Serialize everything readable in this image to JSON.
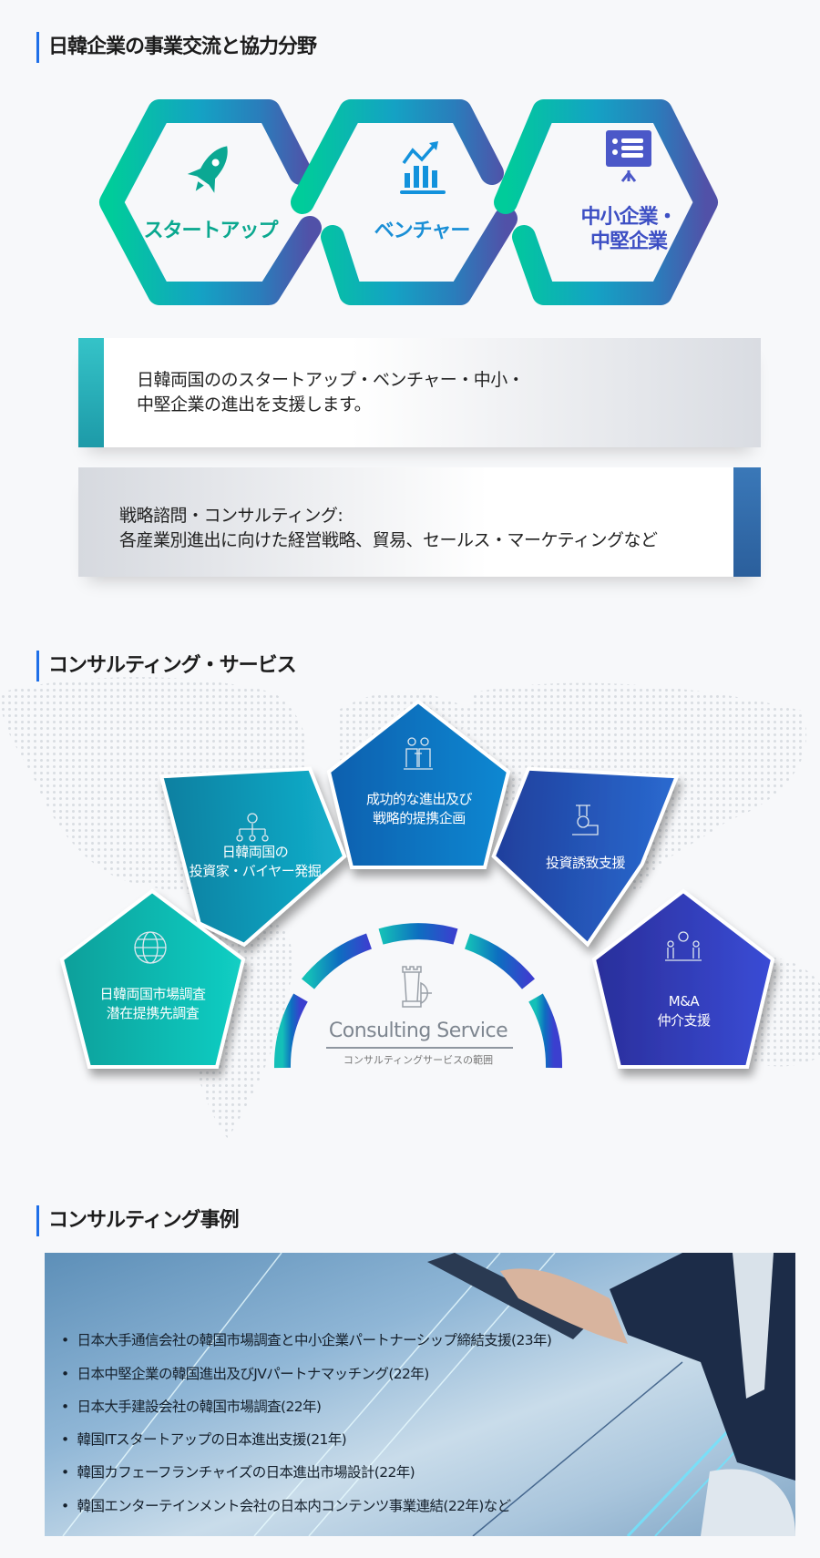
{
  "sections": {
    "fields_title": "日韓企業の事業交流と協力分野",
    "consulting_title": "コンサルティング・サービス",
    "cases_title": "コンサルティング事例"
  },
  "fields": {
    "items": [
      {
        "label": "スタートアップ",
        "icon": "rocket-icon",
        "color": "#0aa88f"
      },
      {
        "label": "ベンチャー",
        "icon": "growth-chart-icon",
        "color": "#1a8fd6"
      },
      {
        "label_line1": "中小企業・",
        "label_line2": "中堅企業",
        "icon": "presentation-board-icon",
        "color": "#3d4fc4"
      }
    ],
    "box1": {
      "line1": "日韓両国ののスタートアップ・ベンチャー・中小・",
      "line2": "中堅企業の進出を支援します。"
    },
    "box2": {
      "line1": "戦略諮問・コンサルティング:",
      "line2": "各産業別進出に向けた経営戦略、貿易、セールス・マーケティングなど"
    }
  },
  "consulting": {
    "center_title": "Consulting Service",
    "center_subtitle": "コンサルティングサービスの範囲",
    "services": [
      {
        "line1": "日韓両国市場調査",
        "line2": "潜在提携先調査",
        "icon": "globe-icon"
      },
      {
        "line1": "日韓両国の",
        "line2": "投資家・バイヤー発掘",
        "icon": "network-idea-icon"
      },
      {
        "line1": "成功的な進出及び",
        "line2": "戦略的提携企画",
        "icon": "partners-icon"
      },
      {
        "line1": "投資誘致支援",
        "line2": "",
        "icon": "coins-icon"
      },
      {
        "line1": "M&A",
        "line2": "仲介支援",
        "icon": "deal-idea-icon"
      }
    ]
  },
  "cases": [
    "日本大手通信会社の韓国市場調査と中小企業パートナーシップ締結支援(23年)",
    "日本中堅企業の韓国進出及びJVパートナマッチング(22年)",
    "日本大手建設会社の韓国市場調査(22年)",
    "韓国ITスタートアップの日本進出支援(21年)",
    "韓国カフェーフランチャイズの日本進出市場設計(22年)",
    "韓国エンターテインメント会社の日本内コンテンツ事業連結(22年)など"
  ]
}
